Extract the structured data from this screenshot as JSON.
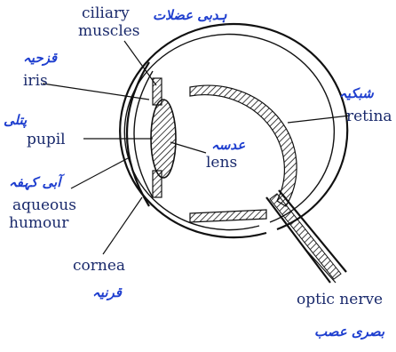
{
  "labels": {
    "ciliary_muscles": {
      "en_line1": "ciliary",
      "en_line2": "muscles",
      "ur": "ہدبی عضلات"
    },
    "iris": {
      "en": "iris",
      "ur": "قزحیہ"
    },
    "pupil": {
      "en": "pupil",
      "ur": "پتلی"
    },
    "lens": {
      "en": "lens",
      "ur": "عدسہ"
    },
    "retina": {
      "en": "retina",
      "ur": "شبکیہ"
    },
    "aqueous_humour": {
      "en_line1": "aqueous",
      "en_line2": "humour",
      "ur": "آبی کہفہ"
    },
    "cornea": {
      "en": "cornea",
      "ur": "قرنیہ"
    },
    "optic_nerve": {
      "en": "optic nerve",
      "ur": "بصری عصب"
    }
  },
  "colors": {
    "english_text": "#1a2a6c",
    "urdu_text": "#1f3fcf",
    "line": "#111111"
  }
}
